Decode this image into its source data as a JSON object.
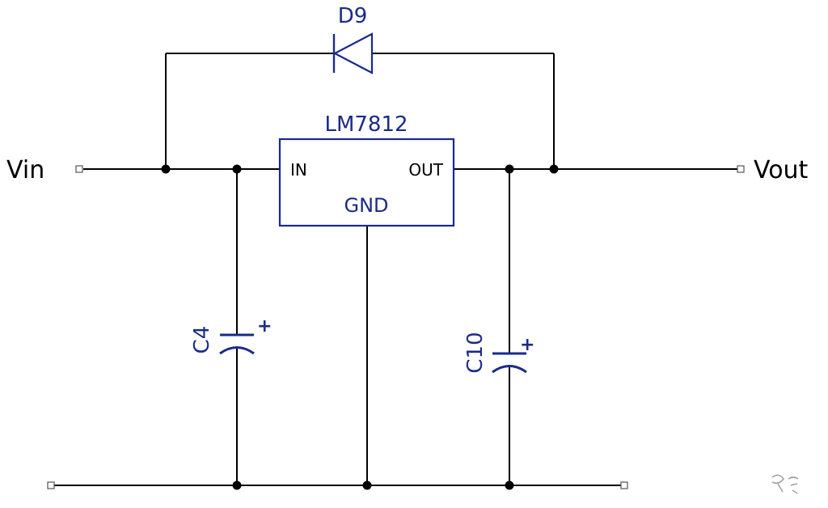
{
  "diagram": {
    "nodes": {
      "vin": "Vin",
      "vout": "Vout"
    },
    "regulator": {
      "name": "LM7812",
      "pin_in": "IN",
      "pin_out": "OUT",
      "pin_gnd": "GND"
    },
    "diode": {
      "name": "D9"
    },
    "capacitors": [
      {
        "name": "C4",
        "polarity": "+"
      },
      {
        "name": "C10",
        "polarity": "+"
      }
    ],
    "colors": {
      "wire": "#000000",
      "component": "#1a2a8c"
    }
  }
}
